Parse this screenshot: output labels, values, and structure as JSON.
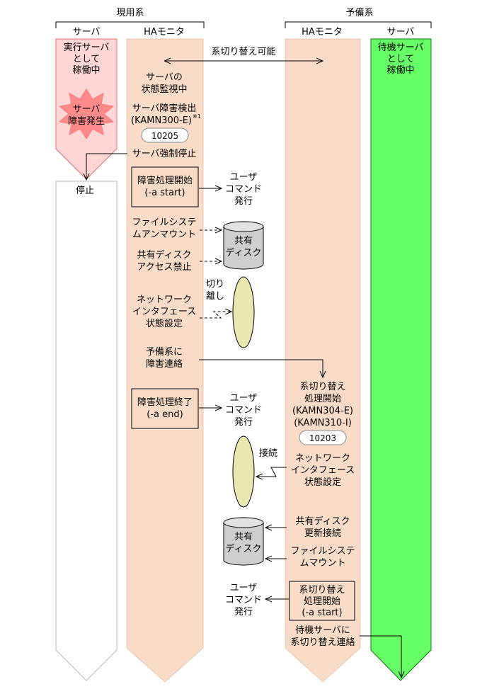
{
  "groups": {
    "active": "現用系",
    "standby": "予備系"
  },
  "columns": {
    "server": "サーバ",
    "ha_monitor": "HAモニタ"
  },
  "active_server": {
    "state_line1": "実行サーバ",
    "state_line2": "として",
    "state_line3": "稼働中",
    "failure_line1": "サーバ",
    "failure_line2": "障害発生",
    "stopped": "停止"
  },
  "standby_server": {
    "state_line1": "待機サーバ",
    "state_line2": "として",
    "state_line3": "稼働中"
  },
  "switchover_possible": "系切り替え可能",
  "active_monitor": {
    "monitoring_line1": "サーバの",
    "monitoring_line2": "状態監視中",
    "detect_line1": "サーバ障害検出",
    "detect_line2": "(KAMN300-E)",
    "note_mark": "※1",
    "msg_code": "10205",
    "force_stop": "サーバ強制停止",
    "start_box_line1": "障害処理開始",
    "start_box_line2": "(-a start)",
    "user_cmd1_line1": "ユーザ",
    "user_cmd1_line2": "コマンド",
    "user_cmd1_line3": "発行",
    "fs_unmount_line1": "ファイルシステ",
    "fs_unmount_line2": "ムアンマウント",
    "disk_block_line1": "共有ディスク",
    "disk_block_line2": "アクセス禁止",
    "nic_line1": "ネットワーク",
    "nic_line2": "インタフェース",
    "nic_line3": "状態設定",
    "detach_line1": "切り",
    "detach_line2": "離し",
    "notify_line1": "予備系に",
    "notify_line2": "障害連絡",
    "end_box_line1": "障害処理終了",
    "end_box_line2": "(-a end)",
    "user_cmd2_line1": "ユーザ",
    "user_cmd2_line2": "コマンド",
    "user_cmd2_line3": "発行"
  },
  "shared_disk": {
    "label_line1": "共有",
    "label_line2": "ディスク"
  },
  "standby_monitor": {
    "switch_start_line1": "系切り替え",
    "switch_start_line2": "処理開始",
    "switch_start_line3": "(KAMN304-E)",
    "switch_start_line4": "(KAMN310-I)",
    "msg_code": "10203",
    "connect": "接続",
    "nic_line1": "ネットワーク",
    "nic_line2": "インタフェース",
    "nic_line3": "状態設定",
    "disk_line1": "共有ディスク",
    "disk_line2": "更新接続",
    "fs_mount_line1": "ファイルシステ",
    "fs_mount_line2": "ムマウント",
    "switch_box_line1": "系切り替え",
    "switch_box_line2": "処理開始",
    "switch_box_line3": "(-a start)",
    "user_cmd_line1": "ユーザ",
    "user_cmd_line2": "コマンド",
    "user_cmd_line3": "発行",
    "notify_line1": "待機サーバに",
    "notify_line2": "系切り替え連絡"
  },
  "colors": {
    "active_server_fill": "#ffd6d6",
    "active_server_stroke": "#e07070",
    "standby_server_fill": "#66ff66",
    "monitor_fill": "#f8dcc8",
    "monitor_stroke": "#e8c8b0",
    "failure_burst": "#ff8a8a",
    "ellipse_fill": "#e8e8b0",
    "disk_fill": "#cfcfcf"
  }
}
